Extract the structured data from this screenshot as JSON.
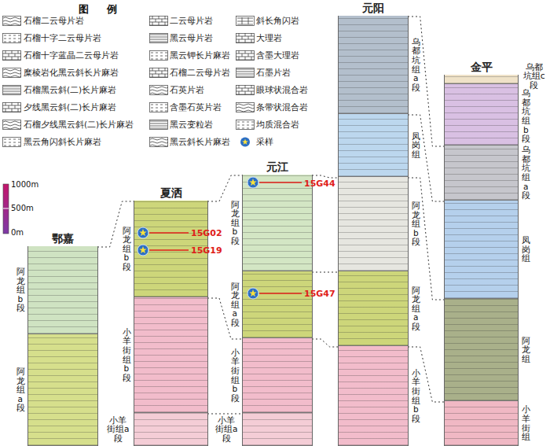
{
  "diagram": {
    "nodes": [
      {
        "text": [
          "鄂嘉"
        ]
      },
      {
        "text": [
          "阿龙组b段"
        ],
        "in": 0
      },
      {
        "text": [
          "阿龙组a段"
        ],
        "in": 0
      },
      {
        "text": [
          "夏洒"
        ]
      },
      {
        "text": [
          "阿龙组b段"
        ],
        "in": 3
      },
      {
        "text": [
          "小羊街组b段"
        ],
        "in": 3
      },
      {
        "text": [
          "小羊街组a段"
        ],
        "in": 3
      },
      {
        "text": [
          "元江"
        ]
      },
      {
        "text": [
          "阿龙组b段"
        ],
        "in": 7
      },
      {
        "text": [
          "阿龙组a段"
        ],
        "in": 7
      },
      {
        "text": [
          "小羊街组b段"
        ],
        "in": 7
      },
      {
        "text": [
          "小羊街组a段"
        ],
        "in": 7
      },
      {
        "text": [
          "元阳"
        ]
      },
      {
        "text": [
          "乌都坑组a段"
        ],
        "in": 12
      },
      {
        "text": [
          "凤岗组"
        ],
        "in": 12
      },
      {
        "text": [
          "阿龙组b段"
        ],
        "in": 12
      },
      {
        "text": [
          "阿龙组a段"
        ],
        "in": 12
      },
      {
        "text": [
          "小羊街组b段"
        ],
        "in": 12
      },
      {
        "text": [
          "金平"
        ]
      },
      {
        "text": [
          "乌都坑组c段"
        ],
        "in": 18
      },
      {
        "text": [
          "乌都坑组b段"
        ],
        "in": 18
      },
      {
        "text": [
          "乌都坑组a段"
        ],
        "in": 18
      },
      {
        "text": [
          "凤岗组"
        ],
        "in": 18
      },
      {
        "text": [
          "阿龙组"
        ],
        "in": 18
      },
      {
        "text": [
          "小羊街组"
        ],
        "in": 18
      }
    ],
    "edges": [
      {
        "from": 1,
        "to": 4,
        "arrow": "none"
      },
      {
        "from": 4,
        "to": 8,
        "arrow": "none"
      },
      {
        "from": 5,
        "to": 10,
        "arrow": "none"
      },
      {
        "from": 6,
        "to": 11,
        "arrow": "none"
      },
      {
        "from": 8,
        "to": 15,
        "arrow": "none"
      },
      {
        "from": 9,
        "to": 16,
        "arrow": "none"
      },
      {
        "from": 10,
        "to": 17,
        "arrow": "none"
      },
      {
        "from": 13,
        "to": 21,
        "arrow": "none"
      },
      {
        "from": 14,
        "to": 22,
        "arrow": "none"
      },
      {
        "from": 15,
        "to": 23,
        "arrow": "none"
      },
      {
        "from": 17,
        "to": 24,
        "arrow": "none"
      }
    ],
    "labels": [
      "图 例",
      "1000m",
      "500m",
      "0m",
      "15G02",
      "15G19",
      "15G44",
      "15G47"
    ],
    "legend": [
      {
        "text": "石榴二云母片岩"
      },
      {
        "text": "石榴十字二云母片岩"
      },
      {
        "text": "石榴十字蓝晶二云母片岩"
      },
      {
        "text": "糜棱岩化黑云斜长片麻岩"
      },
      {
        "text": "石榴黑云斜(二)长片麻岩"
      },
      {
        "text": "夕线黑云斜(二)长片麻岩"
      },
      {
        "text": "石榴夕线黑云斜(二)长片麻岩"
      },
      {
        "text": "黑云角闪斜长片麻岩"
      },
      {
        "text": "二云母片岩"
      },
      {
        "text": "黑云母片岩"
      },
      {
        "text": "黑云钾长片麻岩"
      },
      {
        "text": "石榴二云母片岩"
      },
      {
        "text": "石英片岩"
      },
      {
        "text": "含墨石英片岩"
      },
      {
        "text": "黑云变粒岩"
      },
      {
        "text": "黑云斜长片麻岩"
      },
      {
        "text": "斜长角闪岩"
      },
      {
        "text": "大理岩"
      },
      {
        "text": "含墨大理岩"
      },
      {
        "text": "石墨片岩"
      },
      {
        "text": "眼球状混合岩"
      },
      {
        "text": "条带状混合岩"
      },
      {
        "text": "均质混合岩"
      },
      {
        "text": "采样"
      }
    ]
  }
}
